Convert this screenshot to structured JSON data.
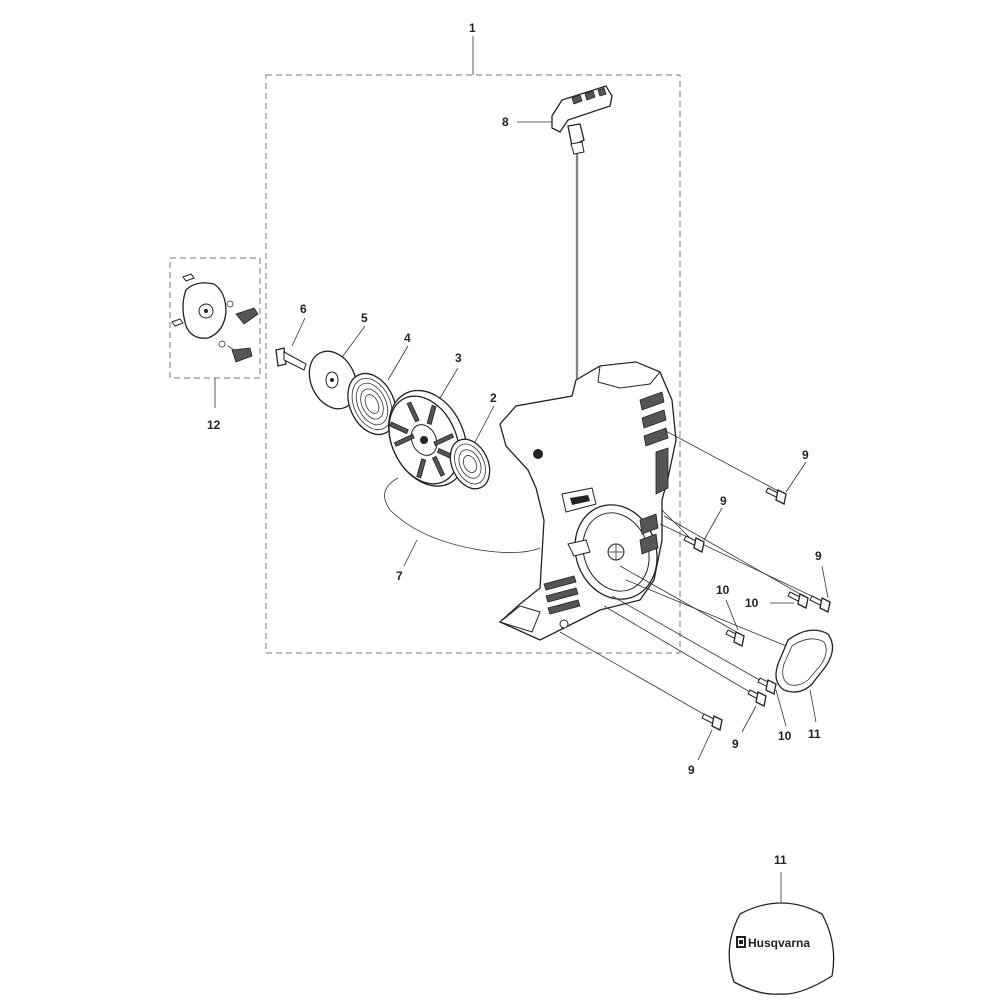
{
  "diagram": {
    "callouts": {
      "assembly": "1",
      "spring_cassette": "2",
      "pulley": "3",
      "spring": "4",
      "washer": "5",
      "screw_center": "6",
      "rope": "7",
      "handle": "8",
      "screw": "9",
      "screw_short": "10",
      "decal": "11",
      "pawl_kit": "12"
    },
    "decal_detail": {
      "callout": "11",
      "brand": "Husqvarna"
    }
  }
}
